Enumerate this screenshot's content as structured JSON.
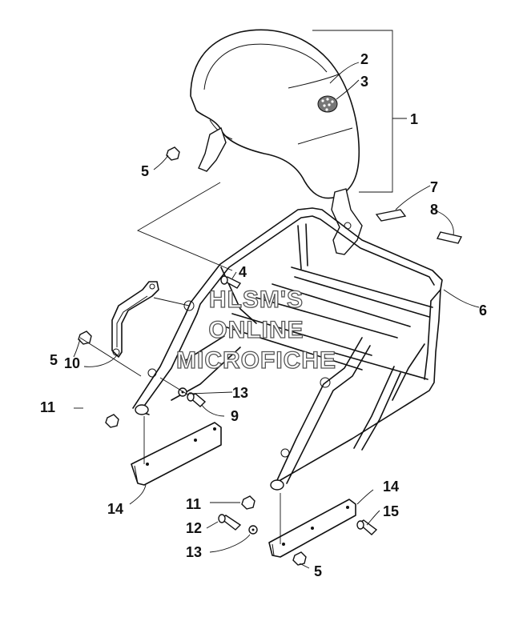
{
  "callouts": {
    "c1": "1",
    "c2": "2",
    "c3": "3",
    "c4": "4",
    "c5a": "5",
    "c5b": "5",
    "c5c": "5",
    "c6": "6",
    "c7": "7",
    "c8": "8",
    "c9": "9",
    "c10": "10",
    "c11a": "11",
    "c11b": "11",
    "c12": "12",
    "c13a": "13",
    "c13b": "13",
    "c14a": "14",
    "c14b": "14",
    "c15": "15"
  },
  "watermark": {
    "line1": "HLSM'S",
    "line2": "ONLINE",
    "line3": "MICROFICHE"
  }
}
